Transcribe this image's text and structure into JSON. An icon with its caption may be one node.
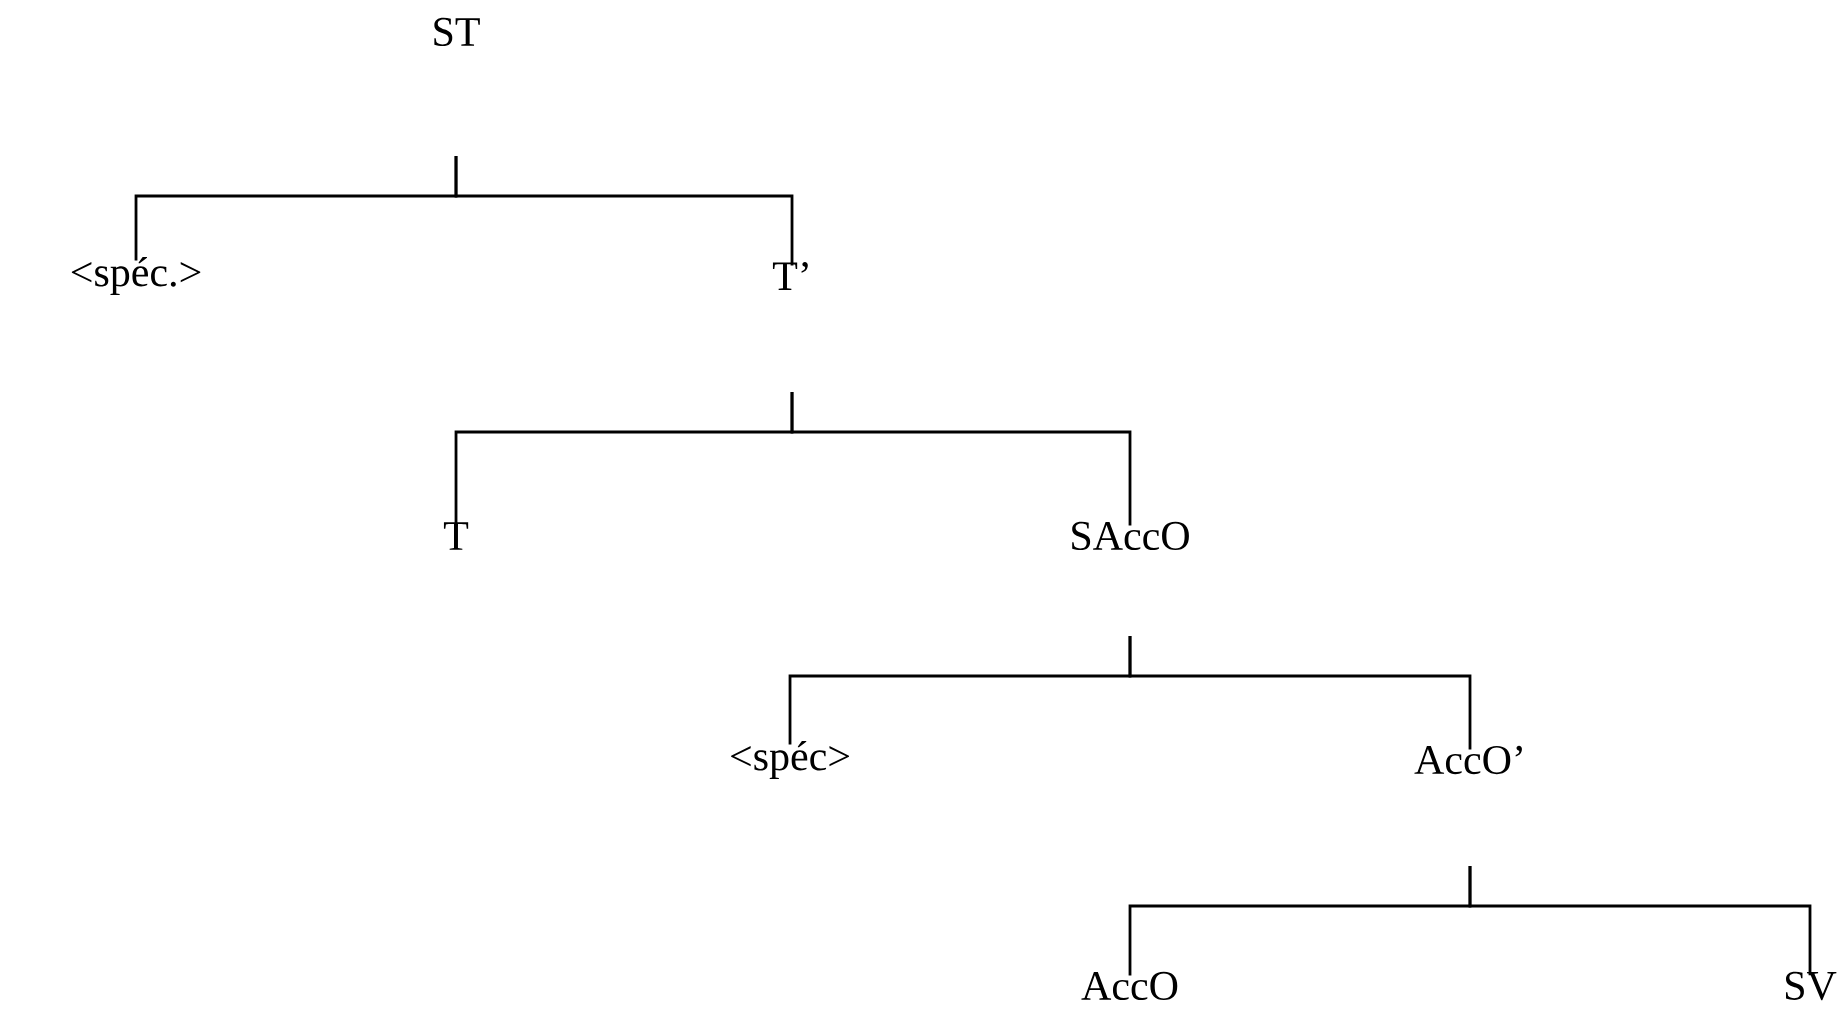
{
  "diagram": {
    "nodes": [
      {
        "text": [
          "ST"
        ]
      },
      {
        "text": [
          "<spéc.>"
        ]
      },
      {
        "text": [
          "T’"
        ]
      },
      {
        "text": [
          "T"
        ]
      },
      {
        "text": [
          "SAccO"
        ]
      },
      {
        "text": [
          "<spéc>"
        ]
      },
      {
        "text": [
          "AccO’"
        ]
      },
      {
        "text": [
          "AccO"
        ]
      },
      {
        "text": [
          "SV"
        ]
      }
    ],
    "edges": [
      {
        "from": 0,
        "to": 1,
        "arrow": "none"
      },
      {
        "from": 0,
        "to": 2,
        "arrow": "none"
      },
      {
        "from": 2,
        "to": 3,
        "arrow": "none"
      },
      {
        "from": 2,
        "to": 4,
        "arrow": "none"
      },
      {
        "from": 4,
        "to": 5,
        "arrow": "none"
      },
      {
        "from": 4,
        "to": 6,
        "arrow": "none"
      },
      {
        "from": 6,
        "to": 7,
        "arrow": "none"
      },
      {
        "from": 6,
        "to": 8,
        "arrow": "none"
      }
    ]
  }
}
